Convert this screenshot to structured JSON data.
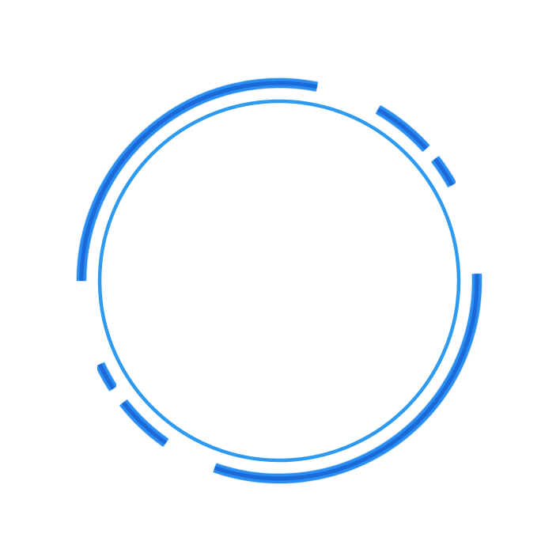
{
  "graphic": {
    "name": "hud-ring-frame",
    "colors": {
      "ring": "#2e9bf0",
      "arc_edge": "#2a8ef0",
      "arc_core": "#1a63d6",
      "background": "#ffffff"
    },
    "inner_ring": {
      "label": "inner-thin-ring"
    },
    "outer_arcs": [
      {
        "label": "arc-top-left",
        "start_deg": 180,
        "end_deg": 281
      },
      {
        "label": "arc-top-right-long",
        "start_deg": 300,
        "end_deg": 318
      },
      {
        "label": "arc-top-right-short",
        "start_deg": 322,
        "end_deg": 331
      },
      {
        "label": "arc-bottom-right",
        "start_deg": 358,
        "end_deg": 109
      },
      {
        "label": "arc-bottom-left-long",
        "start_deg": 125,
        "end_deg": 142
      },
      {
        "label": "arc-bottom-left-short",
        "start_deg": 147,
        "end_deg": 155
      }
    ]
  }
}
